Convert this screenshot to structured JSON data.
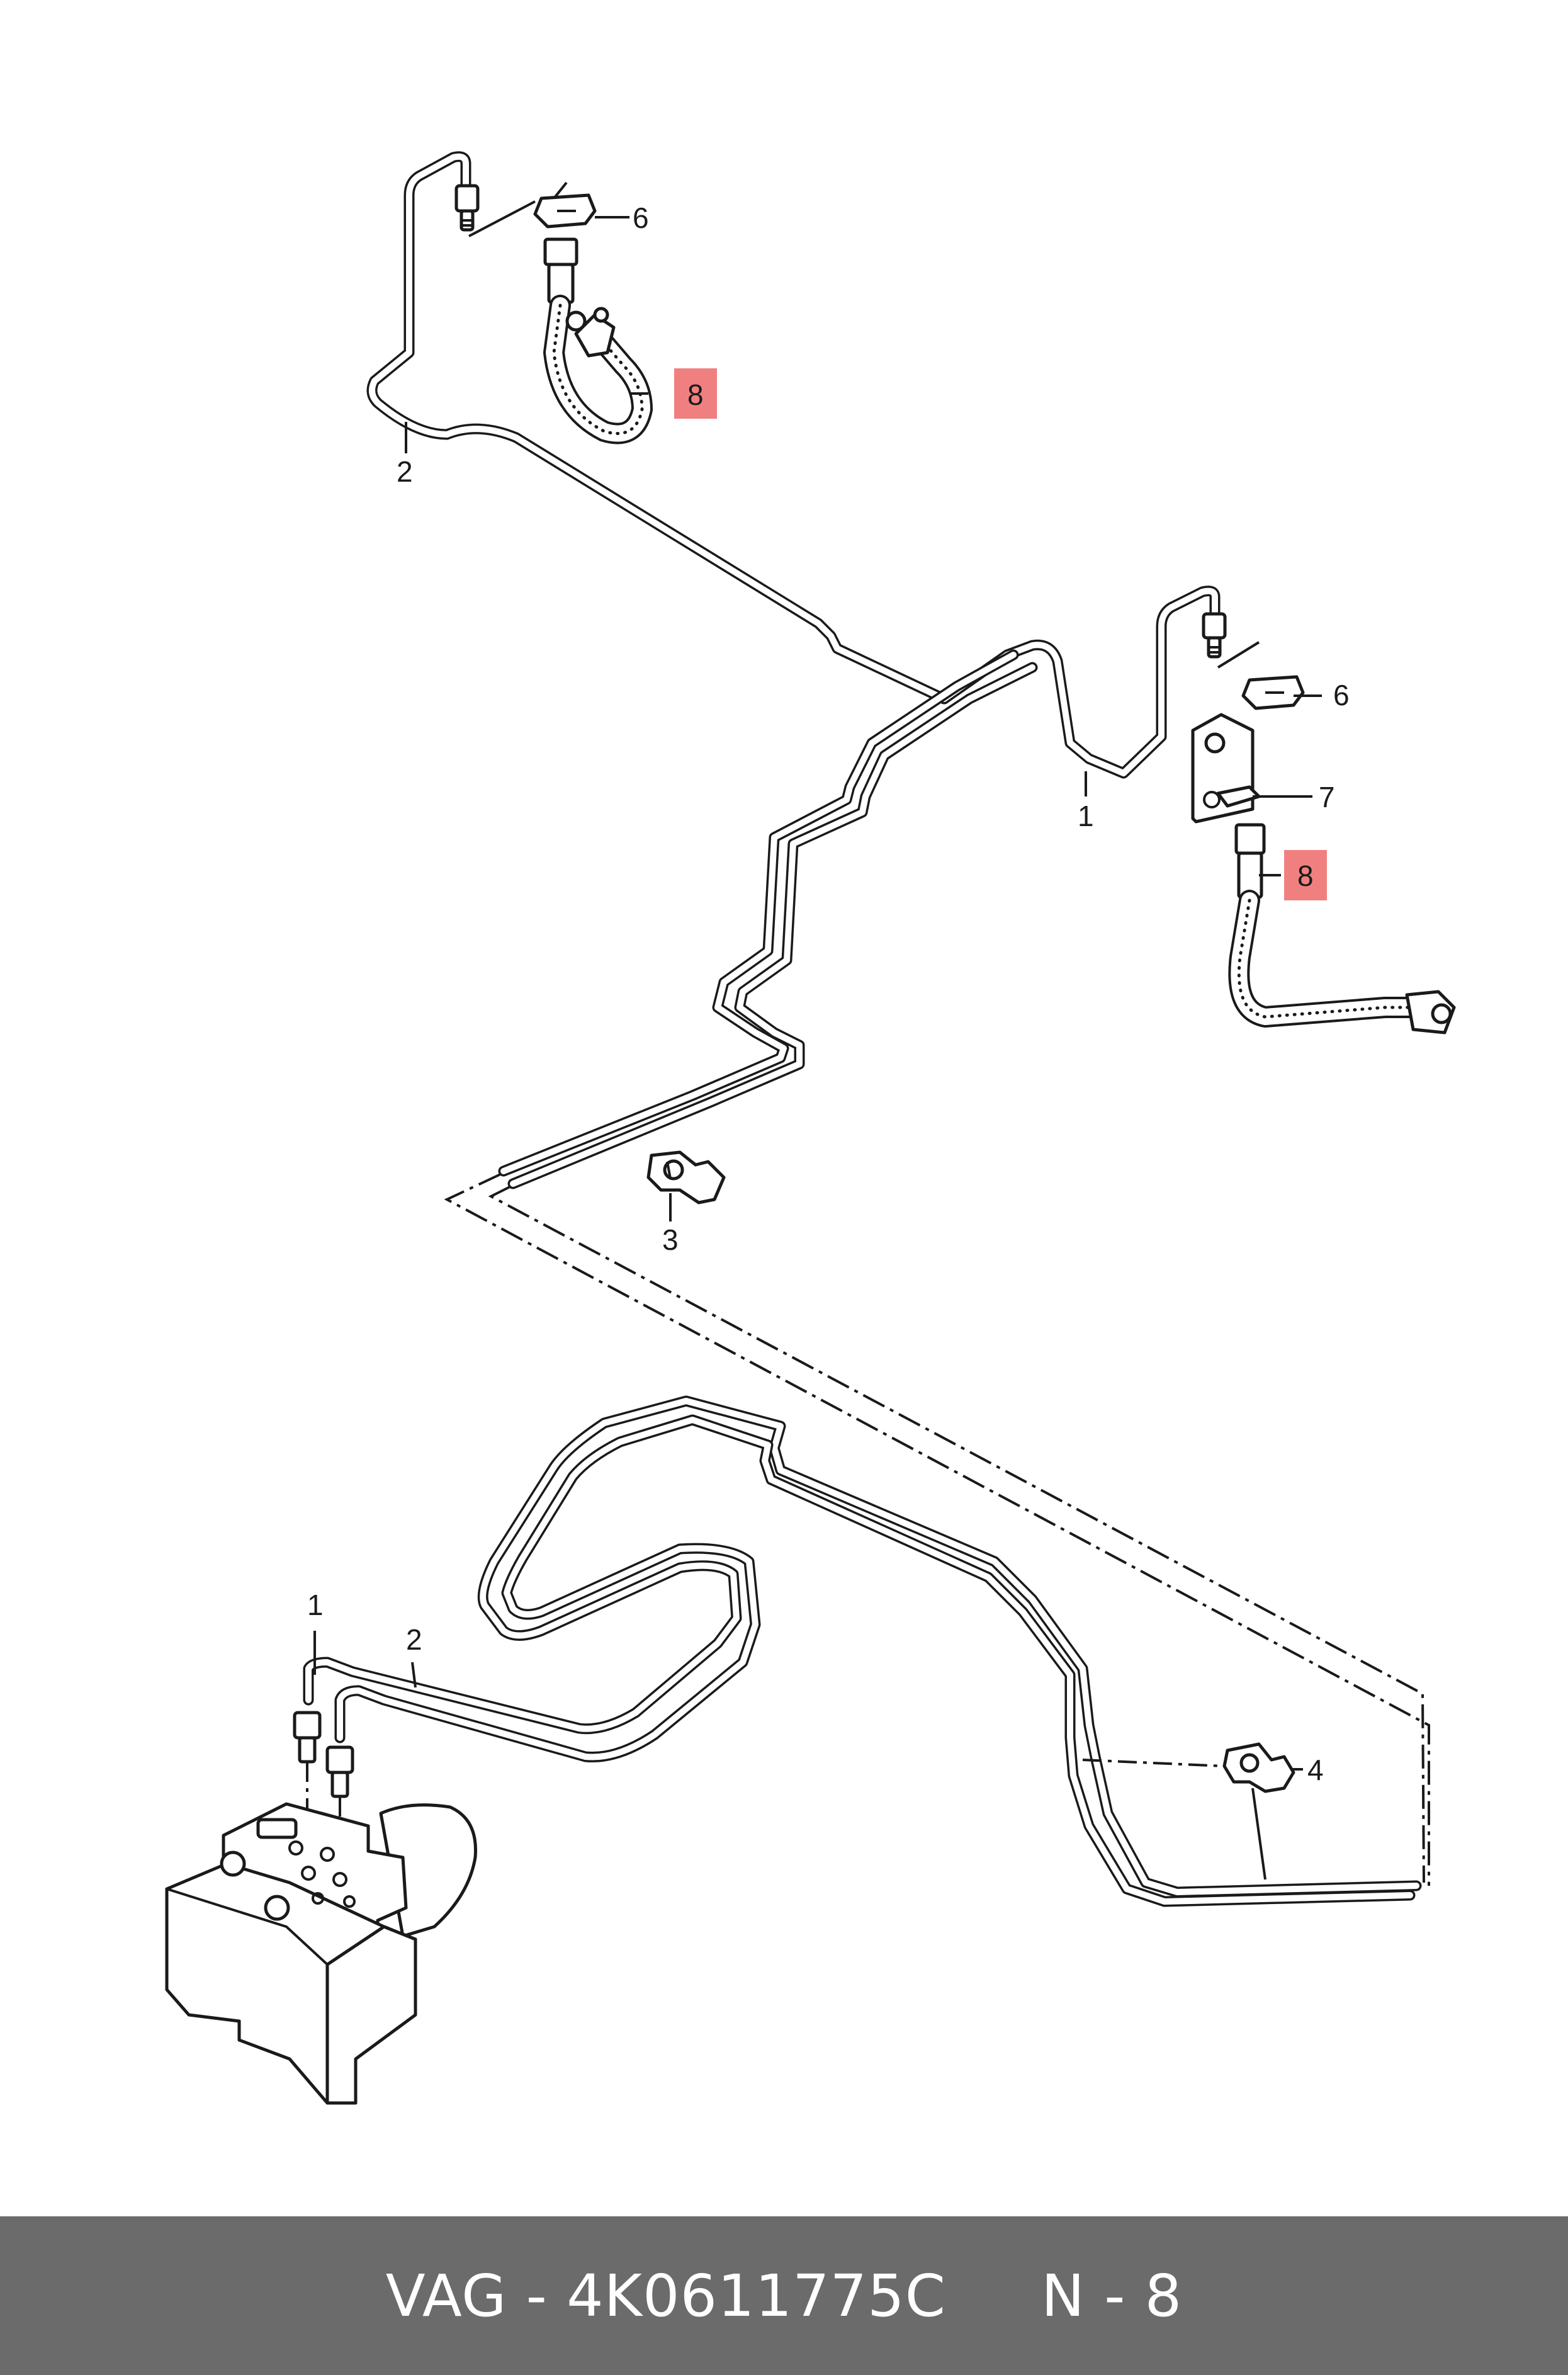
{
  "callouts": {
    "c1_top": "1",
    "c2_top": "2",
    "c3": "3",
    "c6_left": "6",
    "c6_right": "6",
    "c7": "7",
    "c8_left": "8",
    "c8_right": "8",
    "c1_bottom": "1",
    "c2_bottom": "2",
    "c4": "4"
  },
  "highlight_color": "#f08080",
  "footer": {
    "text": "VAG - 4K0611775C     N - 8"
  }
}
